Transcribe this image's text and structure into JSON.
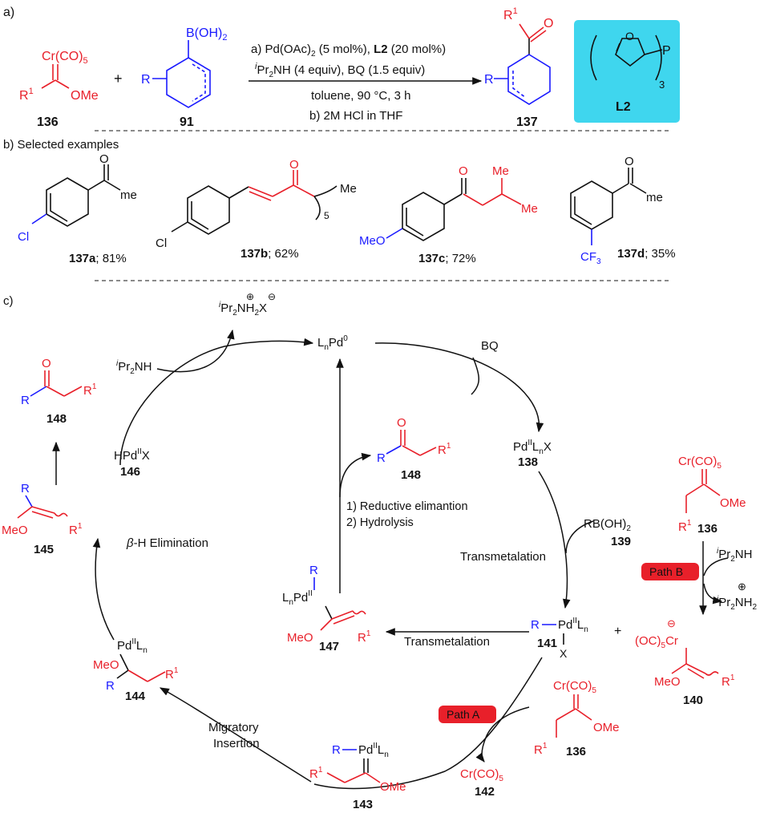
{
  "colors": {
    "accent_red": "#e8202a",
    "accent_blue": "#1a1aff",
    "ligand_box": "#3fd6ee",
    "path_badge": "#e8202a"
  },
  "section_a": {
    "label": "a)",
    "reagent_136": {
      "metal": "Cr(CO)",
      "metal_sub": "5",
      "r_main": "R",
      "r_sup": "1",
      "ome": "OMe",
      "id": "136"
    },
    "plus": "+",
    "boronic_91": {
      "group": "B(OH)",
      "group_sub": "2",
      "r": "R",
      "id": "91"
    },
    "conditions": {
      "line1_pre": "a) Pd(OAc)",
      "line1_sub": "2",
      "line1_mid": " (5 mol%), ",
      "line1_bold": "L2",
      "line1_post": " (20 mol%)",
      "line2_i": "i",
      "line2_rest": "Pr",
      "line2_sub": "2",
      "line2_post": "NH (4 equiv), BQ (1.5 equiv)",
      "line3": "toluene, 90 °C, 3 h",
      "line4": "b) 2M HCl in THF"
    },
    "product_137": {
      "r_main": "R",
      "r_sup": "1",
      "r": "R",
      "id": "137"
    },
    "ligand_box": {
      "atom": "P",
      "subscript": "3",
      "name": "L2"
    }
  },
  "section_b": {
    "label": "b) Selected examples",
    "examples": [
      {
        "substituent": "Cl",
        "tail": "me",
        "label_bold": "137a",
        "label_yield": "; 81%"
      },
      {
        "substituent": "Cl",
        "tail": "Me",
        "tail_sub": "5",
        "label_bold": "137b",
        "label_yield": "; 62%"
      },
      {
        "substituent": "MeO",
        "tail": "Me",
        "label_bold": "137c",
        "label_yield": "; 72%"
      },
      {
        "substituent": "CF",
        "substituent_sub": "3",
        "tail": "me",
        "label_bold": "137d",
        "label_yield": "; 35%"
      }
    ]
  },
  "section_c": {
    "label": "c)",
    "salt": {
      "i": "i",
      "text": "Pr",
      "sub1": "2",
      "mid": "NH",
      "sub2": "2",
      "x": "X",
      "plus": "⊕",
      "minus": "⊖"
    },
    "amine_in": {
      "i": "i",
      "text": "Pr",
      "sub": "2",
      "post": "NH"
    },
    "pd0": {
      "pre": "L",
      "pre_sub": "n",
      "pd": "Pd",
      "sup": "0"
    },
    "bq": "BQ",
    "c138": {
      "pd": "Pd",
      "sup": "II",
      "l": "L",
      "l_sub": "n",
      "x": "X",
      "id": "138"
    },
    "c139": {
      "text": "RB(OH)",
      "sub": "2",
      "id": "139"
    },
    "transmetalation_right": "Transmetalation",
    "c141": {
      "r": "R",
      "pd": "Pd",
      "sup": "II",
      "l": "L",
      "l_sub": "n",
      "x": "X",
      "id": "141"
    },
    "plus": "+",
    "c136_right": {
      "metal": "Cr(CO)",
      "metal_sub": "5",
      "ome": "OMe",
      "r": "R",
      "r_sup": "1",
      "id": "136"
    },
    "path_b": {
      "label": "Path B",
      "amine_i": "i",
      "amine": "Pr",
      "amine_sub": "2",
      "amine_post": "NH",
      "ammon_i": "i",
      "ammon": "Pr",
      "ammon_sub": "2",
      "ammon_post": "NH",
      "ammon_sub2": "2",
      "plus": "⊕"
    },
    "c140": {
      "cr": "(OC)",
      "cr_sub": "5",
      "cr_post": "Cr",
      "minus": "⊖",
      "ome": "MeO",
      "r": "R",
      "r_sup": "1",
      "id": "140"
    },
    "transmetalation_bottom": "Transmetalation",
    "c147": {
      "r": "R",
      "l": "L",
      "l_sub": "n",
      "pd": "Pd",
      "sup": "II",
      "ome": "MeO",
      "r1": "R",
      "r1_sup": "1",
      "id": "147"
    },
    "center_product": {
      "r": "R",
      "r1": "R",
      "r1_sup": "1",
      "id": "148"
    },
    "center_steps": {
      "step1": "1) Reductive elimantion",
      "step2": "2)  Hydrolysis"
    },
    "path_a": {
      "label": "Path A"
    },
    "c136_bottom": {
      "metal": "Cr(CO)",
      "metal_sub": "5",
      "ome": "OMe",
      "r": "R",
      "r_sup": "1",
      "id": "136"
    },
    "c142": {
      "text": "Cr(CO)",
      "sub": "5",
      "id": "142"
    },
    "c143": {
      "r": "R",
      "pd": "Pd",
      "sup": "II",
      "l": "L",
      "l_sub": "n",
      "r1": "R",
      "r1_sup": "1",
      "ome": "OMe",
      "id": "143"
    },
    "migratory": {
      "line1": "Migratory",
      "line2": "Insertion"
    },
    "c144": {
      "pd": "Pd",
      "sup": "II",
      "l": "L",
      "l_sub": "n",
      "meo": "MeO",
      "r": "R",
      "r1": "R",
      "r1_sup": "1",
      "id": "144"
    },
    "beta_h": {
      "beta": "β",
      "text": "-H Elimination"
    },
    "c145": {
      "r": "R",
      "meo": "MeO",
      "r1": "R",
      "r1_sup": "1",
      "id": "145"
    },
    "c146": {
      "h": "HPd",
      "sup": "II",
      "x": "X",
      "id": "146"
    },
    "left_product": {
      "r": "R",
      "r1": "R",
      "r1_sup": "1",
      "id": "148"
    }
  }
}
